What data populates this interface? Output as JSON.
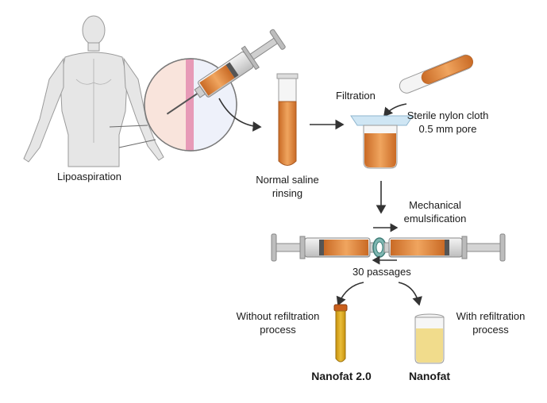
{
  "labels": {
    "lipoaspiration": "Lipoaspiration",
    "normal_saline_line1": "Normal saline",
    "normal_saline_line2": "rinsing",
    "filtration": "Filtration",
    "sterile_line1": "Sterile nylon cloth",
    "sterile_line2": "0.5 mm pore",
    "mechanical_line1": "Mechanical",
    "mechanical_line2": "emulsification",
    "passages": "30 passages",
    "without_line1": "Without refiltration",
    "without_line2": "process",
    "with_line1": "With refiltration",
    "with_line2": "process",
    "nanofat20": "Nanofat 2.0",
    "nanofat": "Nanofat"
  },
  "colors": {
    "fat_orange": "#d9823a",
    "fat_light": "#f0a55f",
    "nanofat_yellow": "#d6a317",
    "nanofat_pale": "#f1dc8c",
    "body_gray": "#e3e3e3",
    "arrow": "#333333"
  },
  "icons": [
    "human-body-icon",
    "syringe-icon",
    "magnifier-inset-icon",
    "test-tube-icon",
    "beaker-filter-icon",
    "double-syringe-icon",
    "nanofat-tube-icon",
    "nanofat-beaker-icon"
  ]
}
